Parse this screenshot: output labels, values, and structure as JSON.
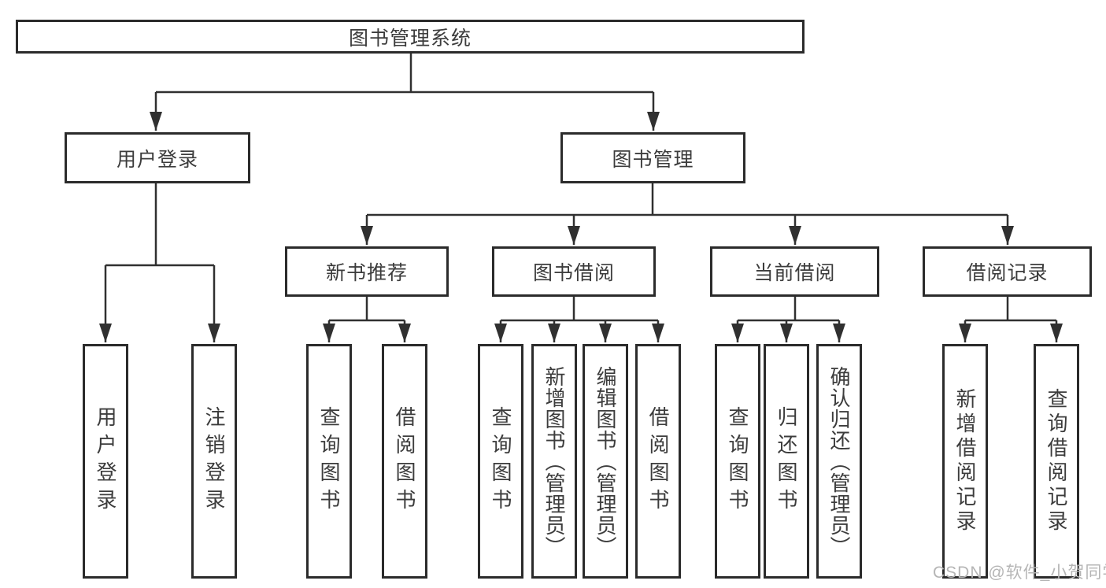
{
  "tree": {
    "root": "图书管理系统",
    "level2": [
      "用户登录",
      "图书管理"
    ],
    "level3": [
      "新书推荐",
      "图书借阅",
      "当前借阅",
      "借阅记录"
    ],
    "leaves": {
      "user": [
        "用户登录",
        "注销登录"
      ],
      "recommend": [
        "查询图书",
        "借阅图书"
      ],
      "borrow": [
        "查询图书",
        "新增图书（管理员）",
        "编辑图书（管理员）",
        "借阅图书"
      ],
      "current": [
        "查询图书",
        "归还图书",
        "确认归还（管理员）"
      ],
      "records": [
        "新增借阅记录",
        "查询借阅记录"
      ]
    }
  },
  "watermark": "CSDN @软件_小贺同学",
  "colors": {
    "line": "#303030",
    "border": "#2b2b2b",
    "text": "#3c3c3c",
    "watermark_text": "#b5b5b5"
  }
}
